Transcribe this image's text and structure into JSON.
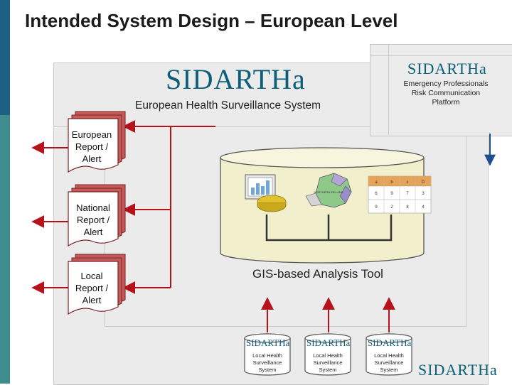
{
  "slide": {
    "title": "Intended System Design – European Level"
  },
  "european_system": {
    "logo_text": "SIDARTHa",
    "label": "European Health Surveillance System"
  },
  "emergency_platform": {
    "logo_text": "SIDARTHa",
    "label": "Emergency Professionals Risk Communication Platform"
  },
  "reports": [
    {
      "label": "European Report / Alert"
    },
    {
      "label": "National Report / Alert"
    },
    {
      "label": "Local Report / Alert"
    }
  ],
  "analysis_tool": {
    "label": "GIS-based Analysis Tool",
    "map_label": "NORTHERN IRELAND",
    "table_headers": [
      "a",
      "b",
      "c",
      "D"
    ],
    "table_rows": [
      [
        "6",
        "9",
        "7",
        "3"
      ],
      [
        "9",
        "2",
        "8",
        "4"
      ]
    ]
  },
  "local_systems": [
    {
      "logo_text": "SIDARTHa",
      "label": "Local Health Surveillance System"
    },
    {
      "logo_text": "SIDARTHa",
      "label": "Local Health Surveillance System"
    },
    {
      "logo_text": "SIDARTHa",
      "label": "Local Health Surveillance System"
    }
  ],
  "footer": {
    "logo_text": "SIDARTHa"
  },
  "colors": {
    "arrow_red": "#b5121b",
    "arrow_blue": "#1f4e8c",
    "logo_teal": "#0b5f79",
    "cylinder_fill": "#f2efcd",
    "document_fill": "#c55a5a",
    "side_bar_blue": "#1e5f86",
    "side_bar_teal": "#3f8c8f"
  }
}
